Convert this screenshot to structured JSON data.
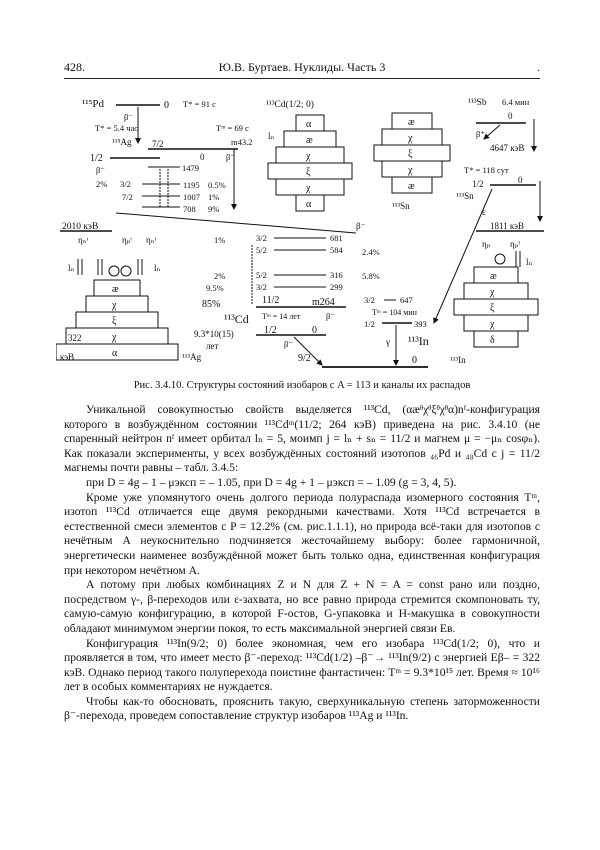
{
  "header": {
    "page_number": "428.",
    "running_title": "Ю.В. Буртаев. Нуклиды. Часть 3",
    "end_dot": "."
  },
  "figure": {
    "pd_block": {
      "isotope": "¹¹⁵Pd",
      "level": "0",
      "halflife": "T* = 91 с",
      "beta": "β⁻",
      "halflife2": "T* = 5.4 час",
      "ag_iso": "¹¹⁵Ag",
      "ag_spin": "7/2",
      "ag_level": "0",
      "ag_beta": "β⁻",
      "tm": "Tᵐ = 69 с",
      "m": "m43.2",
      "spin_12": "1/2",
      "beta2": "β⁻",
      "e1479": "1479",
      "pct2": "2%",
      "s32": "3/2",
      "e1195": "1195",
      "pct05": "0.5%",
      "s72": "7/2",
      "e1007": "1007",
      "pct1": "1%",
      "e708": "708",
      "pct9": "9%"
    },
    "left_block": {
      "energy": "2010 кэВ",
      "nt": "ηₙᵗ",
      "pt": "ηₚᵗ",
      "nt2": "ηₙᵗ",
      "ln_left": "lₙ",
      "ln_right": "lₙ",
      "rows": [
        "æ",
        "χ",
        "ξ",
        "χ",
        "α"
      ],
      "e322": "322",
      "kev": "кэВ",
      "ag": "¹¹³Ag"
    },
    "cd12_block": {
      "title": "¹¹³Cd(1/2; 0)",
      "ln": "lₙ",
      "rows": [
        "α",
        "æ",
        "χ",
        "ξ",
        "χ",
        "α"
      ],
      "beta": "β⁻"
    },
    "sn_block": {
      "rows": [
        "æ",
        "χ",
        "ξ",
        "χ",
        "æ"
      ],
      "label": "¹¹³Sn"
    },
    "cd_levels": {
      "pct1": "1%",
      "s32a": "3/2",
      "e681": "681",
      "s52a": "5/2",
      "e584": "584",
      "pct24": "2.4%",
      "pct2": "2%",
      "s52b": "5/2",
      "e316": "316",
      "pct58": "5.8%",
      "pct95": "9.5%",
      "s32b": "3/2",
      "e299": "299",
      "pct85": "85%",
      "s112": "11/2",
      "m264": "m264",
      "cd": "¹¹³Cd",
      "halflife_big": "9.3*10(15)",
      "let": "лет",
      "tm14": "Tᵐ = 14 лет",
      "beta_c": "β⁻",
      "s12": "1/2",
      "zero": "0",
      "beta_low": "β⁻",
      "s92": "9/2"
    },
    "in_levels": {
      "s32": "3/2",
      "e647": "647",
      "tm104": "Tᵐ = 104 мин",
      "s12": "1/2",
      "e393": "393",
      "gamma": "γ",
      "in": "¹¹³In",
      "zero": "0"
    },
    "sb_block": {
      "sb": "¹¹³Sb",
      "halflife": "6.4 мин",
      "zero": "0",
      "beta_plus": "β⁺",
      "e4647": "4647 кэВ",
      "tstar": "T* = 118 сут",
      "s12": "1/2",
      "zero2": "0",
      "sn": "¹¹³Sn",
      "eps": "ε",
      "e1811": "1811 кэВ"
    },
    "right_block": {
      "np": "ηₚ",
      "npf": "ηₚᶠ",
      "ln": "lₙ",
      "rows": [
        "æ",
        "χ",
        "ξ",
        "χ",
        "δ"
      ],
      "in": "¹¹³In"
    }
  },
  "caption": "Рис. 3.4.10. Структуры состояний изобаров с A = 113 и каналы их распадов",
  "paragraphs": {
    "p1": "Уникальной совокупностью свойств выделяется ¹¹³Cd, (αæᶿχᶿξᶿχᶿα)nᶠ-конфигурация которого в возбуждённом состоянии ¹¹³Cdᵐ(11/2; 264 кэВ) приведена на рис. 3.4.10 (не спаренный нейтрон nᶠ имеет орбитал lₙ = 5, моимп j = lₙ + sₙ = 11/2 и магнем μ = −μₙ cosφₙ). Как показали эксперименты, у всех возбуждённых состояний изотопов ₄₆Pd и ₄₈Cd с j = 11/2 магнемы почти равны – табл. 3.4.5:",
    "formula": "при D = 4g – 1   – μэксп = – 1.05, при D = 4g + 1 – μэксп = – 1.09 (g = 3, 4, 5).",
    "p2": "Кроме уже упомянутого очень долгого периода полураспада изомерного состояния Tᵐ, изотоп ¹¹³Cd отличается еще двумя рекордными качествами. Хотя ¹¹³Cd встречается в естественной смеси элементов с P = 12.2% (см. рис.1.1.1), но природа всё-таки для изотопов с нечётным A неукоснительно подчиняется жесточайшему выбору: более гармоничной, энергетически наименее возбуждённой может быть только одна, единственная конфигурация при некотором нечётном A.",
    "p3": "А потому при любых комбинациях Z и N для Z + N = A = const рано или поздно, посредством γ-, β-переходов или ε-захвата, но все равно природа стремится скомпоновать ту, самую-самую конфигурацию, в которой F-остов, G-упаковка и H-макушка в совокупности обладают минимумом энергии покоя, то есть максимальной энергией связи Eв.",
    "p4": "Конфигурация ¹¹³In(9/2; 0) более экономная, чем его изобара ¹¹³Cd(1/2; 0), что и проявляется в том, что имеет место β⁻-переход: ¹¹³Cd(1/2) –β⁻→ ¹¹³In(9/2) с энергией Eβ– = 322 кэВ. Однако период такого полуперехода поистине фантастичен: Tᵐ = 9.3*10¹⁵ лет. Время ≈ 10¹⁶ лет в особых комментариях не нуждается.",
    "p5": "Чтобы как-то обосновать, прояснить такую, сверхуникальную степень заторможенности β⁻-перехода, проведем сопоставление структур изобаров ¹¹³Ag и ¹¹³In."
  }
}
